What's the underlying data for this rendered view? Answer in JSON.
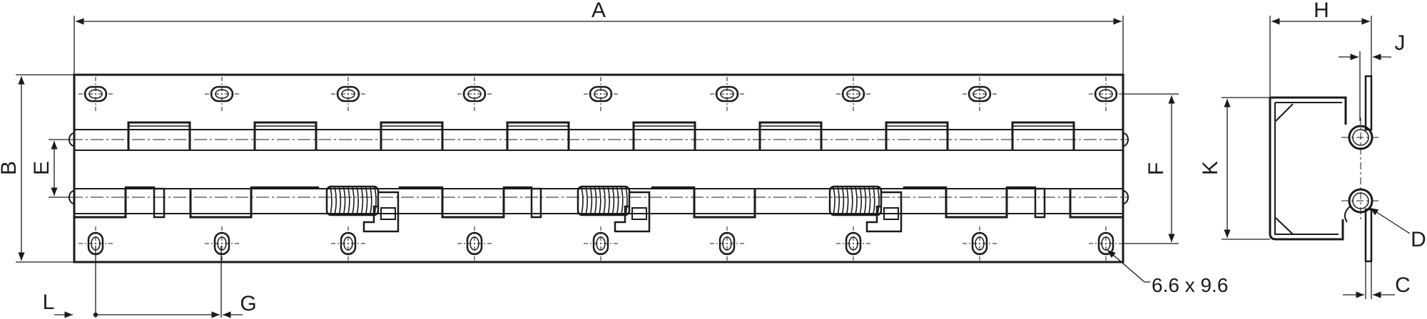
{
  "dimension_labels": {
    "A": "A",
    "B": "B",
    "C": "C",
    "D": "D",
    "E": "E",
    "F": "F",
    "G": "G",
    "H": "H",
    "J": "J",
    "K": "K",
    "L": "L"
  },
  "hole_note": "6.6 x 9.6",
  "colors": {
    "line": "#1a1a1a",
    "background": "#ffffff"
  }
}
